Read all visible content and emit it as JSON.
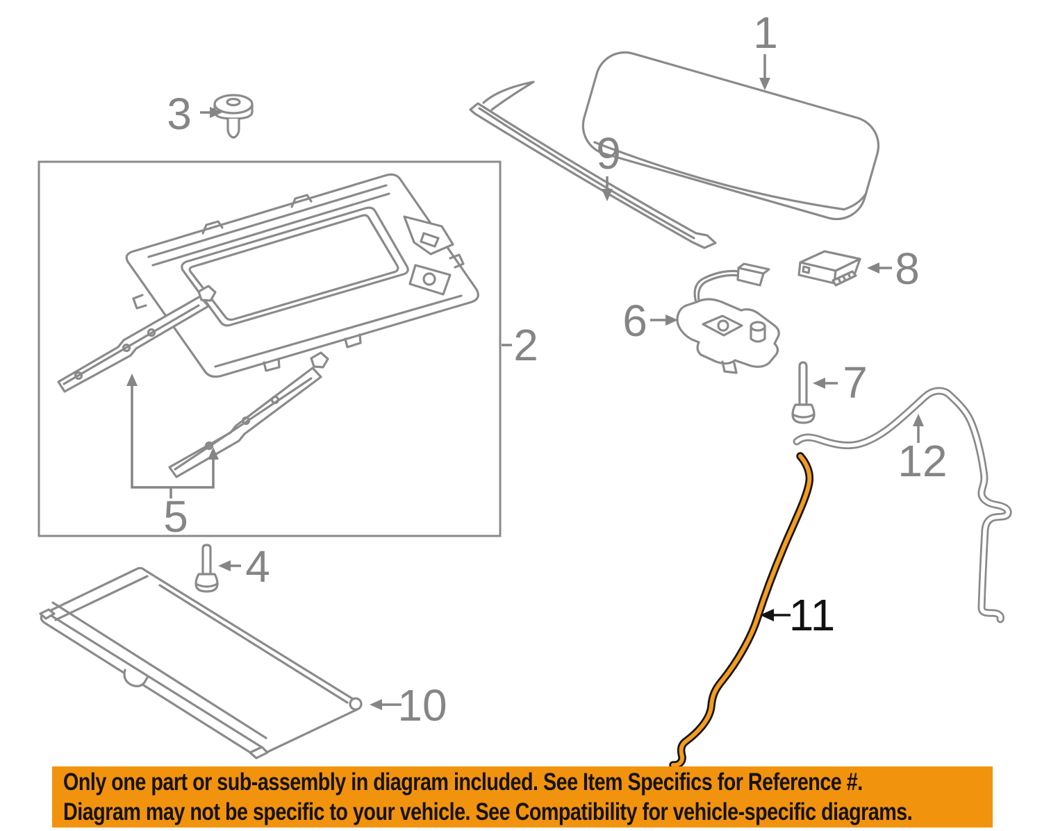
{
  "colors": {
    "line": "#8A8A8A",
    "label": "#858585",
    "highlight": "#F59B1E",
    "highlight_label": "#111111",
    "banner_bg": "#F2930E",
    "banner_text": "#161310"
  },
  "parts": [
    {
      "number": "1",
      "highlighted": false
    },
    {
      "number": "2",
      "highlighted": false
    },
    {
      "number": "3",
      "highlighted": false
    },
    {
      "number": "4",
      "highlighted": false
    },
    {
      "number": "5",
      "highlighted": false
    },
    {
      "number": "6",
      "highlighted": false
    },
    {
      "number": "7",
      "highlighted": false
    },
    {
      "number": "8",
      "highlighted": false
    },
    {
      "number": "9",
      "highlighted": false
    },
    {
      "number": "10",
      "highlighted": false
    },
    {
      "number": "11",
      "highlighted": true
    },
    {
      "number": "12",
      "highlighted": false
    }
  ],
  "banner": {
    "line1": "Only one part or sub-assembly in diagram included. See Item Specifics for Reference #.",
    "line2": "Diagram may not be specific to your vehicle. See Compatibility for vehicle-specific diagrams."
  }
}
